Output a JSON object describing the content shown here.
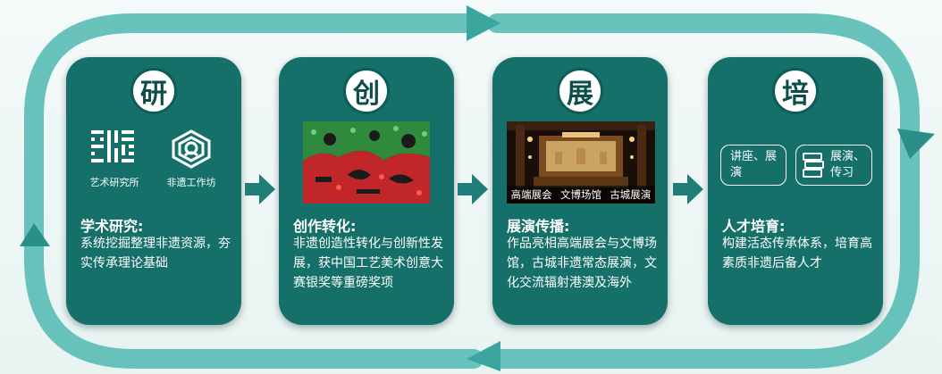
{
  "colors": {
    "card": "#15706a",
    "loop": "#4bb5ad",
    "loop_dark": "#2a8f88",
    "background": "#eef6f5"
  },
  "stages": [
    {
      "badge": "研",
      "heading": "学术研究:",
      "description": "系统挖掘整理非遗资源，夯实传承理论基础",
      "institutions": [
        {
          "label": "艺术研究所",
          "icon": "grid-logo-icon"
        },
        {
          "label": "非遗工作坊",
          "icon": "seal-logo-icon"
        }
      ]
    },
    {
      "badge": "创",
      "heading": "创作转化:",
      "description": "非遗创造性转化与创新性发展，获中国工艺美术创意大赛银奖等重磅奖项"
    },
    {
      "badge": "展",
      "heading": "展演传播:",
      "description": "作品亮相高端展会与文博场馆，古城非遗常态展演，文化交流辐射港澳及海外",
      "photo_caption": [
        "高端展会",
        "文博场馆",
        "古城展演"
      ]
    },
    {
      "badge": "培",
      "heading": "人才培育:",
      "description": "构建活态传承体系，培育高素质非遗后备人才",
      "pills": [
        {
          "text": "讲座、展演",
          "icon": "none"
        },
        {
          "text": "展演、传习",
          "icon": "book-stack-icon"
        }
      ]
    }
  ]
}
